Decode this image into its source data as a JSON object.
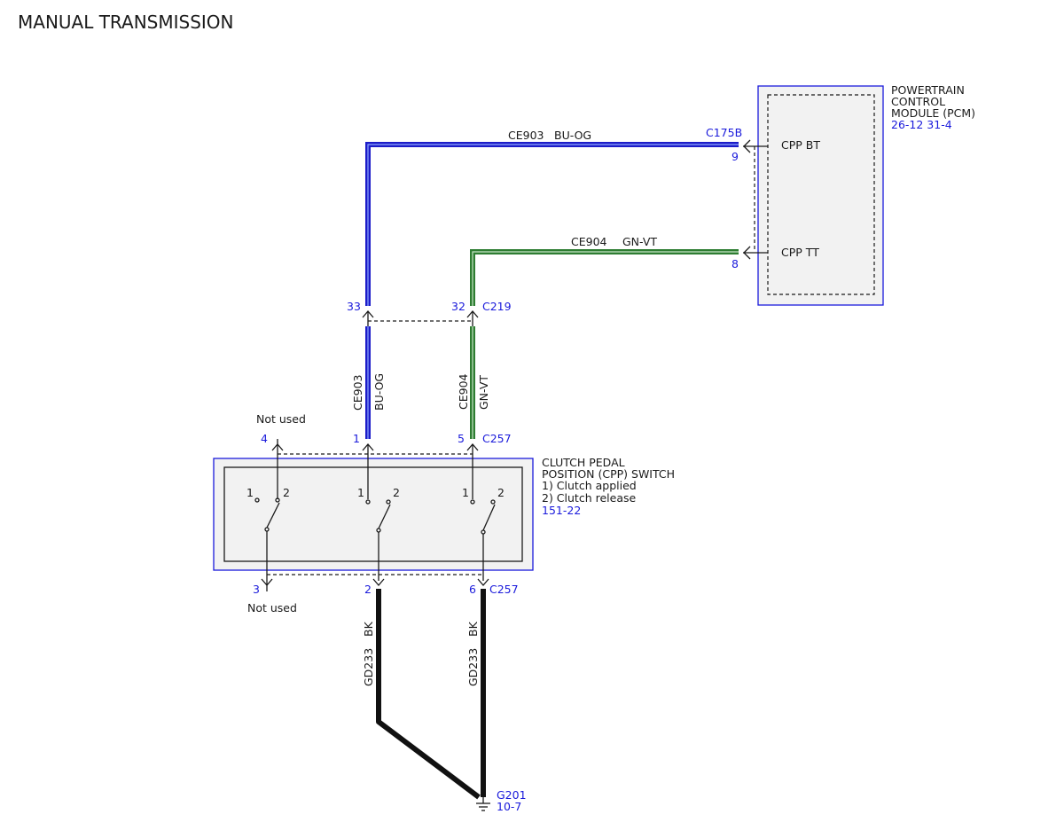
{
  "title": "MANUAL TRANSMISSION",
  "pcm": {
    "name_line1": "POWERTRAIN",
    "name_line2": "CONTROL",
    "name_line3": "MODULE (PCM)",
    "ref": "26-12 31-4",
    "connector": "C175B",
    "pin_bt": "9",
    "pin_tt": "8",
    "label_bt": "CPP BT",
    "label_tt": "CPP TT"
  },
  "wires": {
    "ce903_circuit": "CE903",
    "ce903_color": "BU-OG",
    "ce904_circuit": "CE904",
    "ce904_color": "GN-VT",
    "gd233_circuit": "GD233",
    "gd233_color": "BK",
    "blue_hex": "#1c1cc8",
    "green_hex": "#2e7d32",
    "black_hex": "#111111"
  },
  "c219": {
    "connector": "C219",
    "pin_blue": "33",
    "pin_green": "32"
  },
  "cpp_switch": {
    "name_line1": "CLUTCH PEDAL",
    "name_line2": "POSITION (CPP) SWITCH",
    "note1": "1) Clutch applied",
    "note2": "2) Clutch release",
    "ref": "151-22",
    "connector_top": "C257",
    "connector_bottom": "C257",
    "pin_top_left": "4",
    "pin_top_mid": "1",
    "pin_top_right": "5",
    "pin_bot_left": "3",
    "pin_bot_mid": "2",
    "pin_bot_right": "6",
    "not_used_top": "Not used",
    "not_used_bottom": "Not used",
    "pos1": "1",
    "pos2": "2"
  },
  "ground": {
    "name": "G201",
    "ref": "10-7"
  }
}
